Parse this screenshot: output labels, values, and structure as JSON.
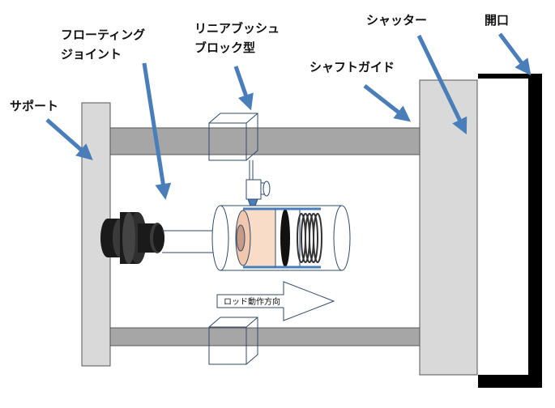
{
  "labels": {
    "support": "サポート",
    "floating_joint_line1": "フローティング",
    "floating_joint_line2": "ジョイント",
    "linear_bush_line1": "リニアブッシュ",
    "linear_bush_line2": "ブロック型",
    "shutter": "シャッター",
    "opening": "開口",
    "shaft_guide": "シャフトガイド",
    "rod_direction": "ロッド動作方向"
  },
  "colors": {
    "arrow": "#4a7ebb",
    "plate_fill": "#d9d9d9",
    "shaft_fill": "#a6a6a6",
    "black_frame": "#000000",
    "piston_tint": "#f8dcc8"
  }
}
